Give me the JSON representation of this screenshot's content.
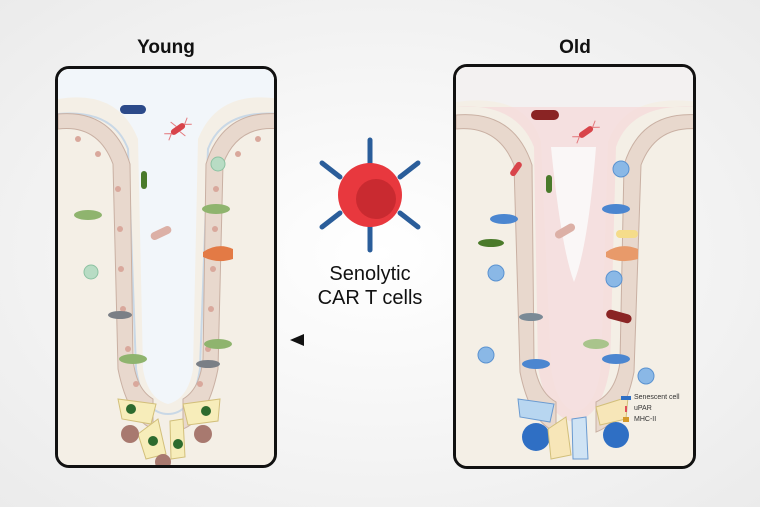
{
  "panels": {
    "young": {
      "title": "Young"
    },
    "old": {
      "title": "Old"
    }
  },
  "center": {
    "caption_line1": "Senolytic",
    "caption_line2": "CAR T cells",
    "arrow_direction": "left"
  },
  "legend": {
    "items": [
      {
        "label": "Senescent cell",
        "color": "#2f6fc4"
      },
      {
        "label": "uPAR",
        "color": "#e0505a"
      },
      {
        "label": "MHC-II",
        "color": "#d49a2a"
      }
    ]
  },
  "colors": {
    "lumen_young": "#eef3f8",
    "lumen_old": "#f6dcdc",
    "epithelium": "#e6d6cc",
    "car_t_cell": "#e8383e",
    "car_receptor": "#2a5d9a"
  }
}
